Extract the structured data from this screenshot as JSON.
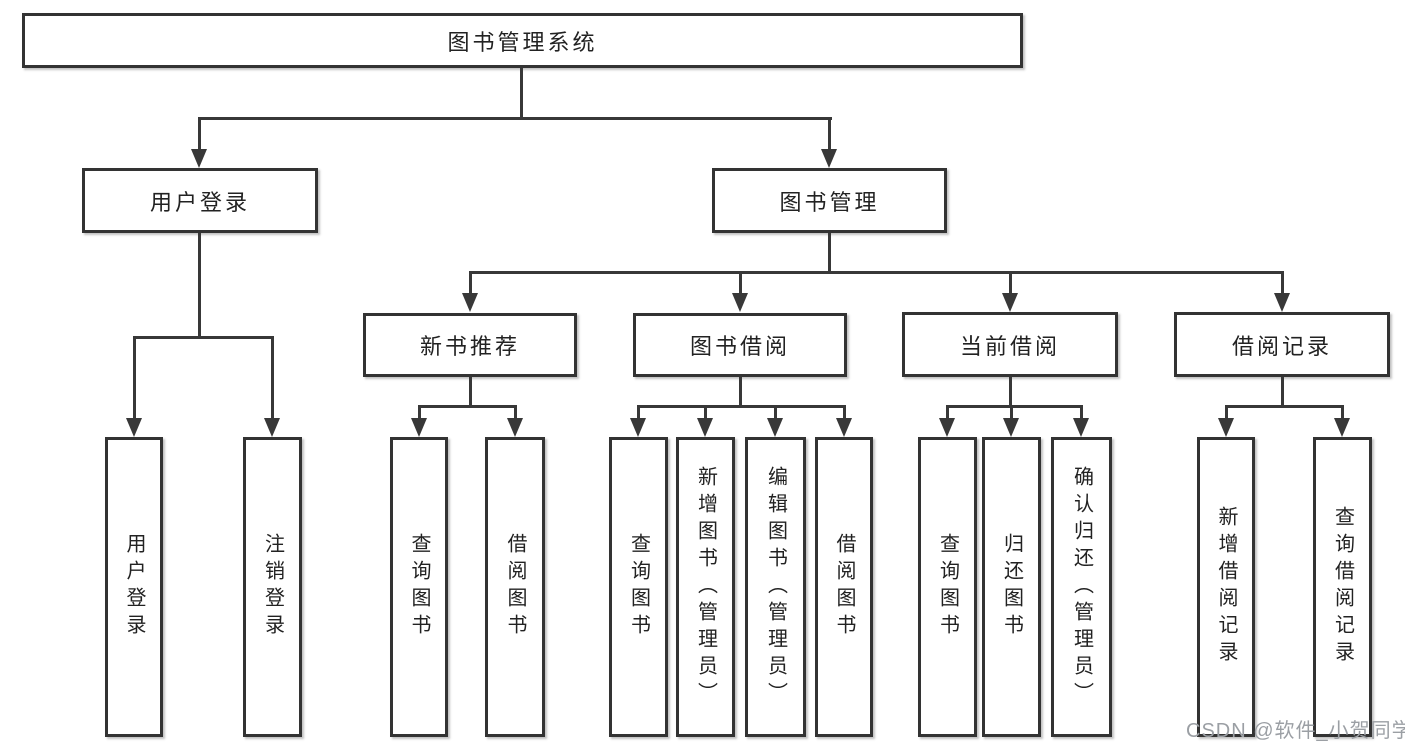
{
  "tree": {
    "root": {
      "label": "图书管理系统",
      "children": [
        {
          "label": "用户登录",
          "children": [
            {
              "label": "用户登录"
            },
            {
              "label": "注销登录"
            }
          ]
        },
        {
          "label": "图书管理",
          "children": [
            {
              "label": "新书推荐",
              "children": [
                {
                  "label": "查询图书"
                },
                {
                  "label": "借阅图书"
                }
              ]
            },
            {
              "label": "图书借阅",
              "children": [
                {
                  "label": "查询图书"
                },
                {
                  "label": "新增图书（管理员）"
                },
                {
                  "label": "编辑图书（管理员）"
                },
                {
                  "label": "借阅图书"
                }
              ]
            },
            {
              "label": "当前借阅",
              "children": [
                {
                  "label": "查询图书"
                },
                {
                  "label": "归还图书"
                },
                {
                  "label": "确认归还（管理员）"
                }
              ]
            },
            {
              "label": "借阅记录",
              "children": [
                {
                  "label": "新增借阅记录"
                },
                {
                  "label": "查询借阅记录"
                }
              ]
            }
          ]
        }
      ]
    }
  },
  "watermark": "CSDN @软件_小贺同学",
  "colors": {
    "line": "#383838",
    "box_border": "#333333",
    "text": "#222222",
    "watermark": "#9b9fa4",
    "background": "#ffffff"
  }
}
